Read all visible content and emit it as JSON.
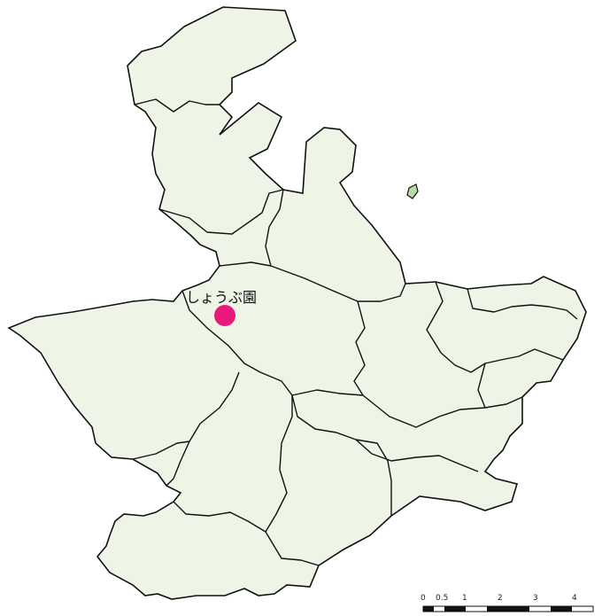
{
  "marker": {
    "label": "しょうぶ園",
    "color": "#e8197a"
  },
  "scale_bar": {
    "ticks": [
      "0",
      "0.5",
      "1",
      "2",
      "3",
      "4"
    ],
    "ink": "#111111"
  },
  "colors": {
    "land": "#eef5e6",
    "forest_light": "#b9d9a7",
    "forest": "#8fc07a",
    "forest_dark": "#6ea85c",
    "farmland": "#e9df9a",
    "boundary": "#111111",
    "roads": "#a9a9a9"
  }
}
